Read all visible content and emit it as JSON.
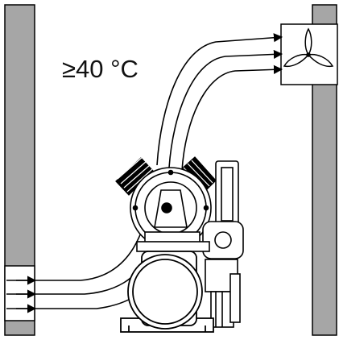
{
  "diagram": {
    "temperature_label": "≥40 °C",
    "icons": {
      "fan": "fan-icon",
      "compressor": "compressor-icon",
      "motor": "motor-icon",
      "inlet": "air-inlet-arrows",
      "outlet": "air-outlet-arrows"
    },
    "colors": {
      "wall": "#a6a6a6",
      "line": "#000000",
      "background": "#ffffff"
    }
  }
}
